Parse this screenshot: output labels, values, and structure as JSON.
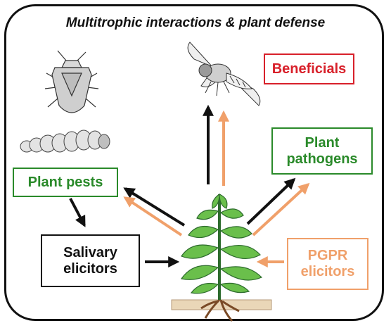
{
  "title": "Multitrophic interactions & plant defense",
  "labels": {
    "beneficials": "Beneficials",
    "plant_pathogens": "Plant pathogens",
    "plant_pests": "Plant pests",
    "salivary_elicitors": "Salivary elicitors",
    "pgpr_elicitors": "PGPR elicitors"
  },
  "colors": {
    "beneficials": "#d8202a",
    "pathogens_pests": "#2a8a2a",
    "salivary": "#111111",
    "pgpr": "#f0a06a",
    "arrow_black": "#111111",
    "arrow_orange": "#f0a06a"
  },
  "icons": {
    "stink_bug": "stink-bug-icon",
    "caterpillar": "caterpillar-icon",
    "hoverfly": "hoverfly-icon",
    "plant": "plant-icon"
  }
}
